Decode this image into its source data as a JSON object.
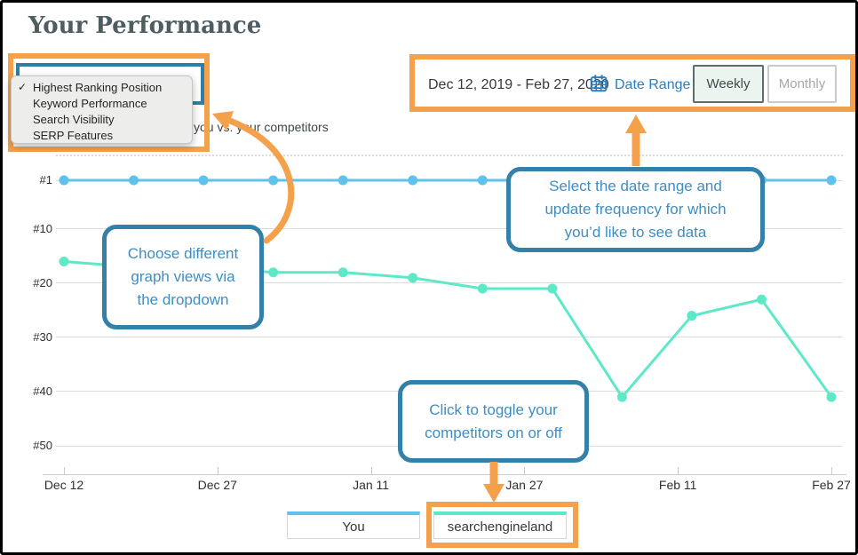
{
  "window": {
    "title": "Your Performance"
  },
  "subtitle": "you vs. your competitors",
  "dropdown": {
    "checkmark": "✓",
    "items": [
      {
        "label": "Highest Ranking Position",
        "selected": true
      },
      {
        "label": "Keyword Performance",
        "selected": false
      },
      {
        "label": "Search Visibility",
        "selected": false
      },
      {
        "label": "SERP Features",
        "selected": false
      }
    ]
  },
  "date_controls": {
    "range_text": "Dec 12, 2019 - Feb 27, 2020",
    "date_range_label": "Date Range",
    "weekly_label": "Weekly",
    "monthly_label": "Monthly",
    "active_frequency": "Weekly"
  },
  "callouts": {
    "dropdown_tip_lines": [
      "Choose different",
      "graph views via",
      "the dropdown"
    ],
    "date_tip_lines": [
      "Select the date range and",
      "update frequency for which",
      "you’d like to see data"
    ],
    "legend_tip_lines": [
      "Click to toggle your",
      "competitors on or off"
    ]
  },
  "colors": {
    "highlight_orange": "#f5a14b",
    "callout_border_blue": "#3380a8",
    "callout_text_blue": "#3e8ec2",
    "link_blue": "#2b7ec0",
    "series_you": "#5ec2ec",
    "series_competitor": "#5de9c7"
  },
  "chart_data": {
    "type": "line",
    "title": "Your Performance",
    "x_axis": {
      "tick_labels": [
        "Dec 12",
        "Dec 27",
        "Jan 11",
        "Jan 27",
        "Feb 11",
        "Feb 27"
      ],
      "range_start": "Dec 12, 2019",
      "range_end": "Feb 27, 2020",
      "frequency": "Weekly"
    },
    "y_axis": {
      "tick_labels": [
        "#1",
        "#10",
        "#20",
        "#30",
        "#40",
        "#50"
      ],
      "tick_values": [
        1,
        10,
        20,
        30,
        40,
        50
      ],
      "inverted": true,
      "ylim": [
        1,
        50
      ]
    },
    "series": [
      {
        "name": "You",
        "color": "#5ec2ec",
        "values": [
          1,
          1,
          1,
          1,
          1,
          1,
          1,
          1,
          1,
          1,
          1,
          1
        ]
      },
      {
        "name": "searchengineland",
        "color": "#5de9c7",
        "values": [
          16,
          17,
          17,
          18,
          18,
          19,
          21,
          21,
          41,
          26,
          23,
          41
        ]
      }
    ],
    "legend_position": "bottom",
    "grid": true
  }
}
